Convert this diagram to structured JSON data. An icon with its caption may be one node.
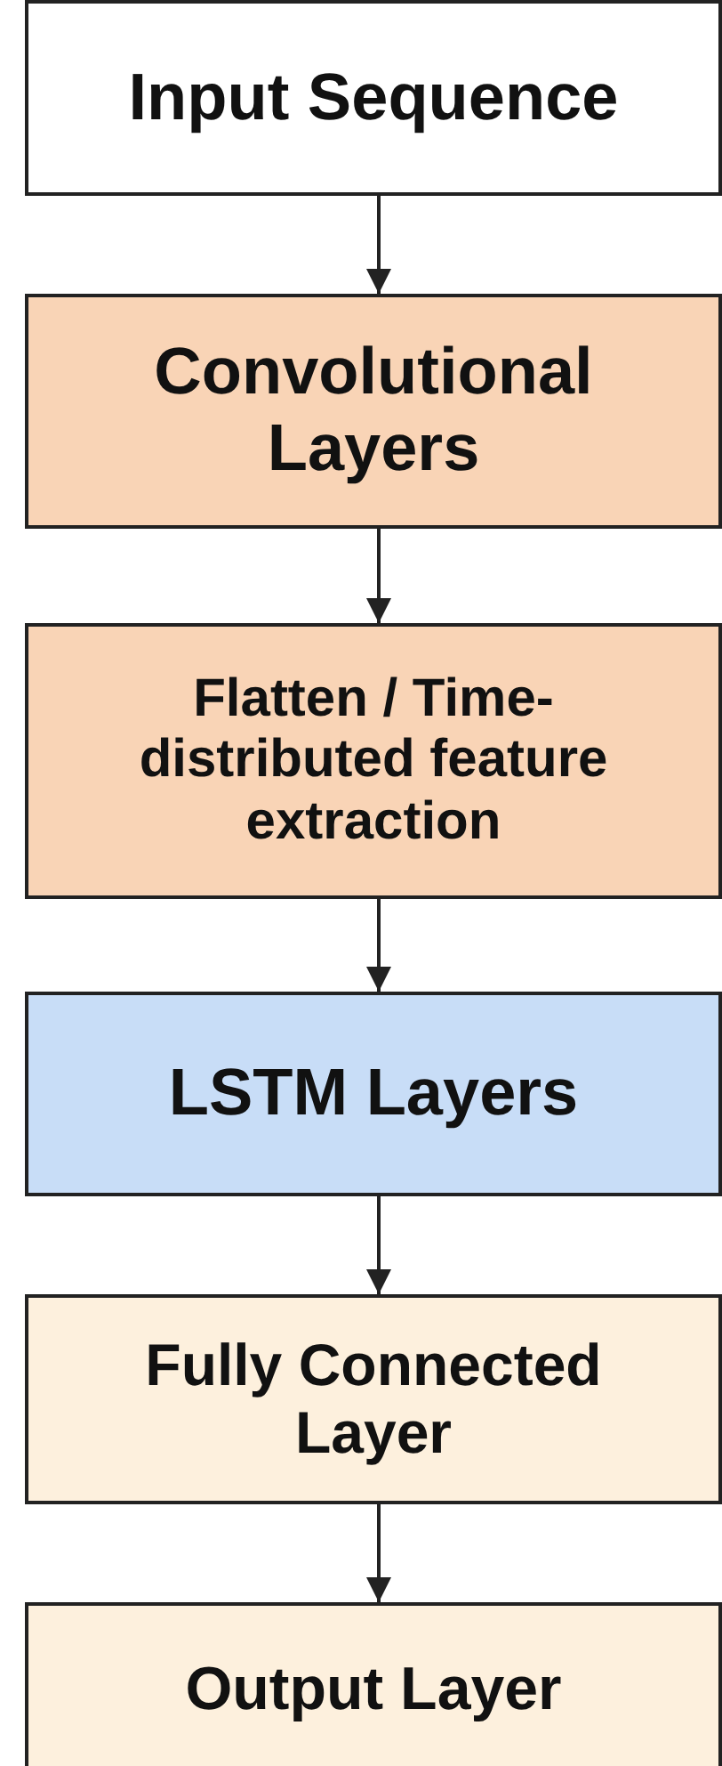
{
  "diagram": {
    "nodes": [
      {
        "text": [
          "Input Sequence"
        ]
      },
      {
        "text": [
          "Convolutional Layers"
        ]
      },
      {
        "text": [
          "Flatten / Time-distributed feature extraction"
        ]
      },
      {
        "text": [
          "LSTM Layers"
        ]
      },
      {
        "text": [
          "Fully Connected Layer"
        ]
      },
      {
        "text": [
          "Output Layer"
        ]
      }
    ],
    "edges": [
      {
        "from": 0,
        "to": 1,
        "arrow": "to"
      },
      {
        "from": 1,
        "to": 2,
        "arrow": "to"
      },
      {
        "from": 2,
        "to": 3,
        "arrow": "to"
      },
      {
        "from": 3,
        "to": 4,
        "arrow": "to"
      },
      {
        "from": 4,
        "to": 5,
        "arrow": "to"
      }
    ]
  }
}
